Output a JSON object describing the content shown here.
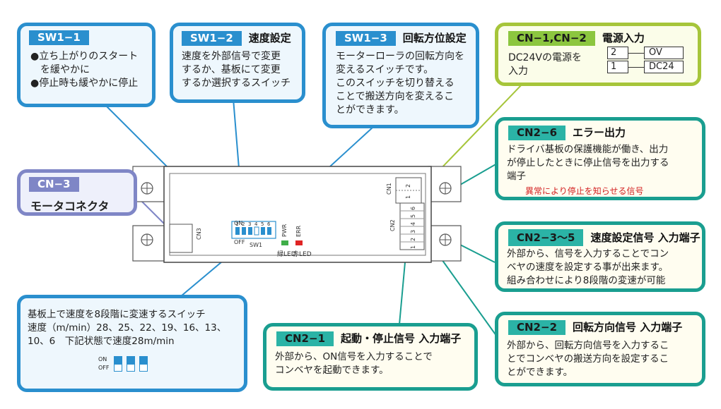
{
  "sw1_1": {
    "tag": "SW1−1",
    "bullets": [
      "●立ち上がりのスタート",
      "を緩やかに",
      "●停止時も緩やかに停止"
    ]
  },
  "sw1_2": {
    "tag": "SW1−2",
    "title": "速度設定",
    "lines": [
      "速度を外部信号で変更",
      "するか、基板にて変更",
      "するか選択するスイッチ"
    ]
  },
  "sw1_3": {
    "tag": "SW1−3",
    "title": "回転方位設定",
    "lines": [
      "モーターローラの回転方向を",
      "変えるスイッチです。",
      "このスイッチを切り替える",
      "ことで搬送方向を変えるこ",
      "とができます。"
    ]
  },
  "cn1_cn2": {
    "tag": "CN−1,CN−2",
    "title": "電源入力",
    "lines": [
      "DC24Vの電源を",
      "入力"
    ],
    "pins": [
      {
        "num": "2",
        "label": "OV"
      },
      {
        "num": "1",
        "label": "DC24"
      }
    ]
  },
  "cn2_6": {
    "tag": "CN2−6",
    "title": "エラー出力",
    "lines": [
      "ドライバ基板の保護機能が働き、出力",
      "が停止したときに停止信号を出力する",
      "端子"
    ],
    "note": "異常により停止を知らせる信号"
  },
  "cn3": {
    "tag": "CN−3",
    "title": "モータコネクタ"
  },
  "cn2_3_5": {
    "tag": "CN2−3〜5",
    "title": "速度設定信号 入力端子",
    "lines": [
      "外部から、信号を入力することでコン",
      "ベヤの速度を設定する事が出来ます。",
      "組み合わせにより8段階の変速が可能"
    ]
  },
  "speed_switch": {
    "lines": [
      "基板上で速度を8段階に変速するスイッチ",
      "速度（m/min）28、25、22、19、16、13、",
      "10、6　下記状態で速度28m/min"
    ],
    "on": "ON",
    "off": "OFF"
  },
  "cn2_1": {
    "tag": "CN2−1",
    "title": "起動・停止信号 入力端子",
    "lines": [
      "外部から、ON信号を入力することで",
      "コンベヤを起動できます。"
    ]
  },
  "cn2_2": {
    "tag": "CN2−2",
    "title": "回転方向信号 入力端子",
    "lines": [
      "外部から、回転方向信号を入力するこ",
      "とでコンベヤの搬送方向を設定するこ",
      "とができます。"
    ]
  },
  "board": {
    "sw_label": "SW1",
    "on": "ON",
    "off": "OFF",
    "sw_numbers": [
      "1",
      "2",
      "3",
      "4",
      "5",
      "6"
    ],
    "cn1": "CN1",
    "cn2": "CN2",
    "cn3": "CN3",
    "cn1_pins": [
      "2",
      "1"
    ],
    "cn2_pins": [
      "6",
      "5",
      "4",
      "3",
      "2",
      "1"
    ],
    "pwr": "PWR",
    "err": "ERR",
    "green_led": "緑LED",
    "red_led": "赤LED"
  },
  "colors": {
    "blue": "#2a8fce",
    "green": "#a6c53a",
    "teal": "#1a9e90",
    "purple": "#7f86c6",
    "red": "#d31f1f"
  }
}
